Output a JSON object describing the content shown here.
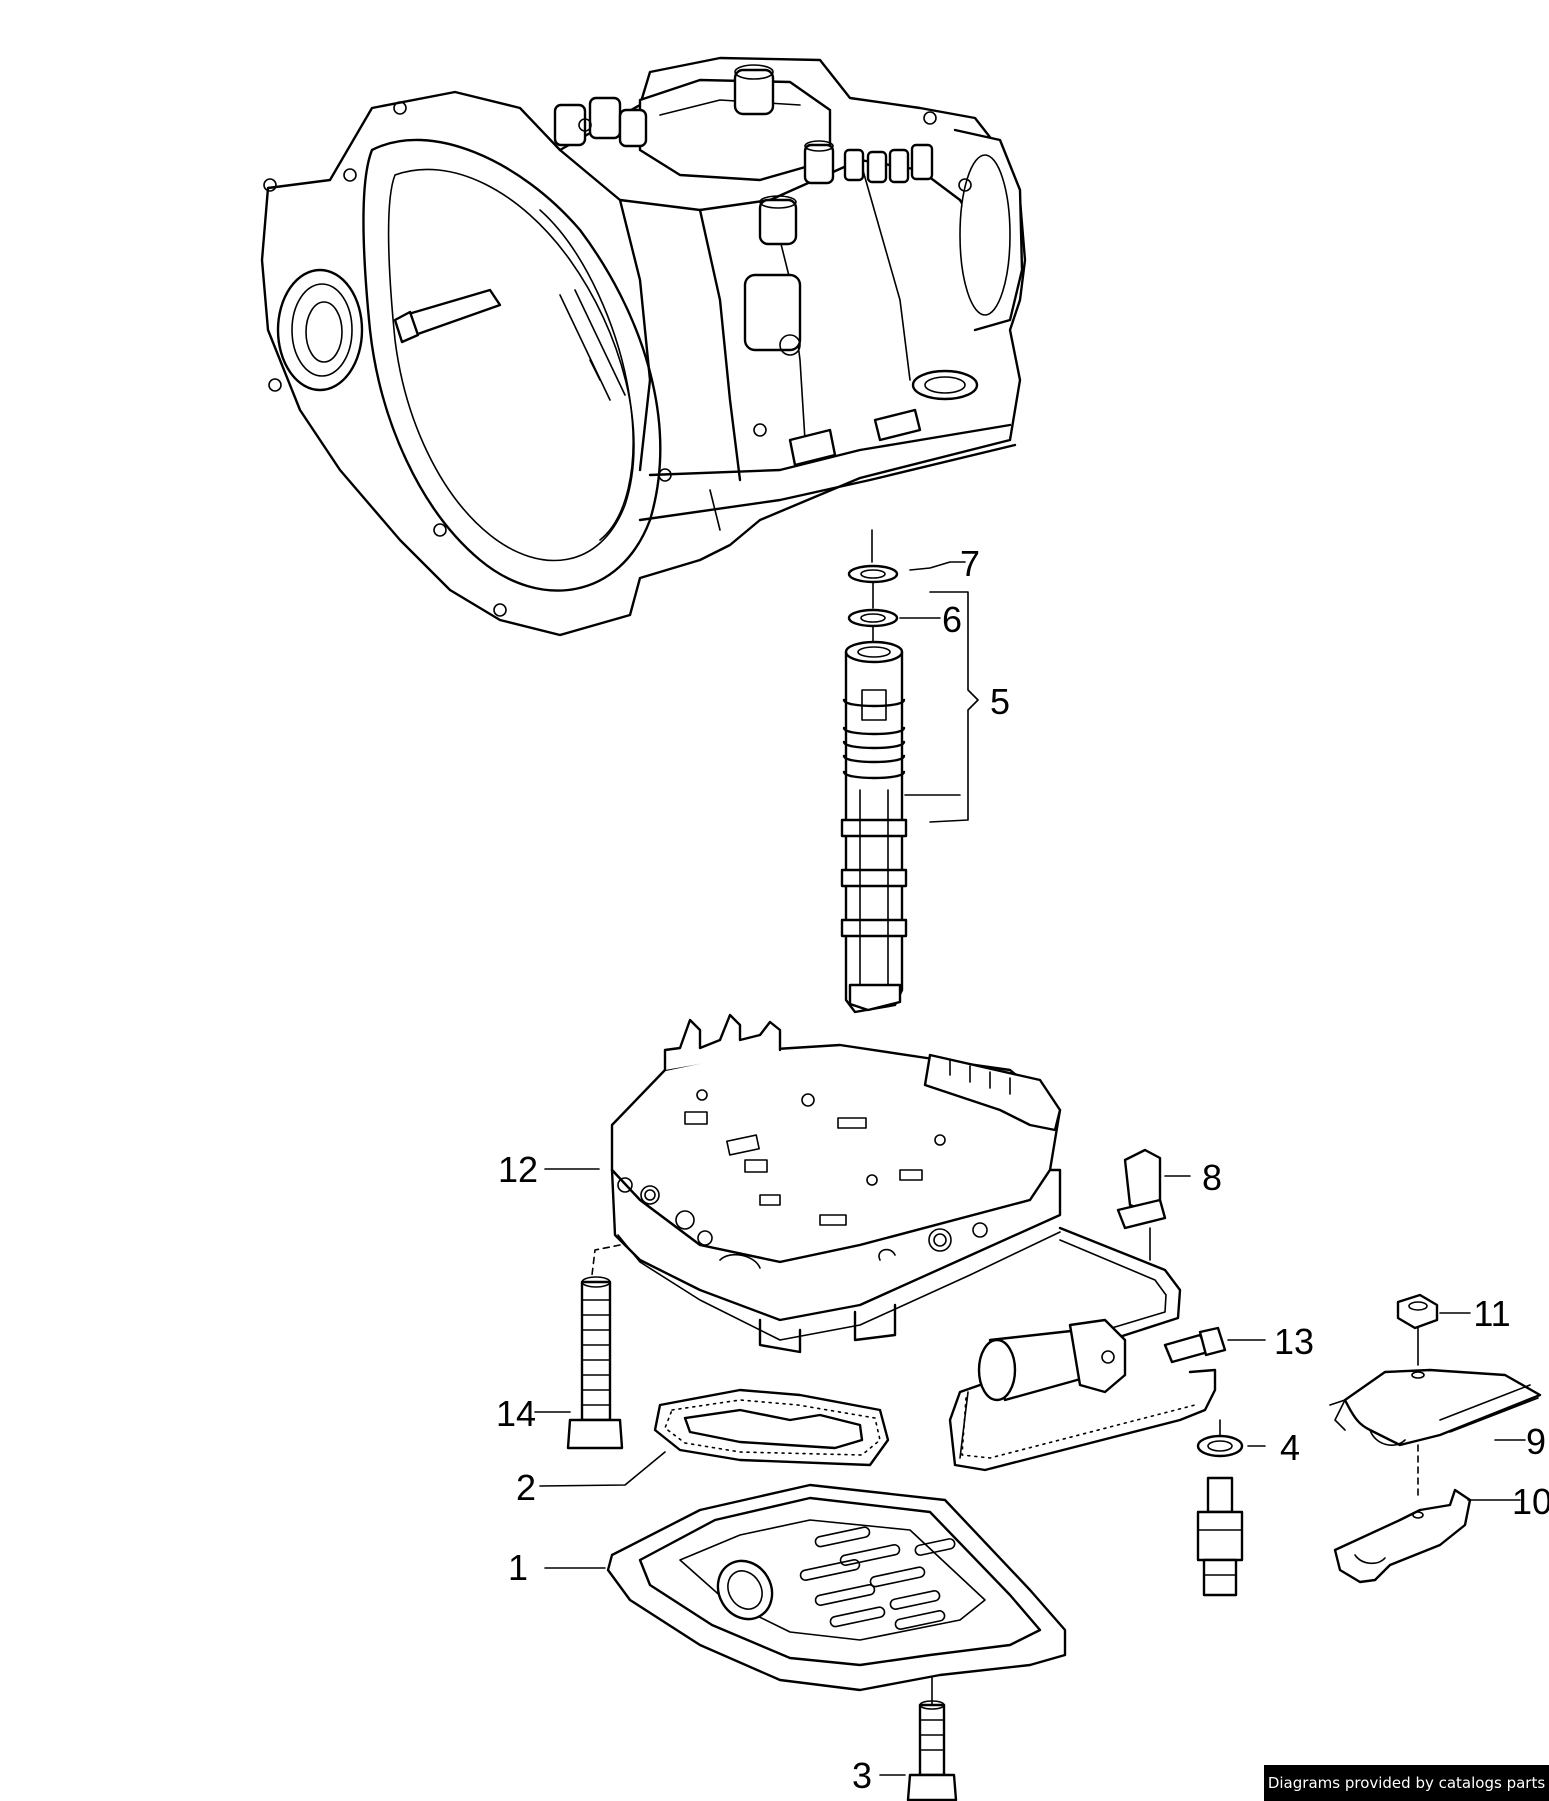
{
  "callouts": [
    {
      "id": "1",
      "label": "1"
    },
    {
      "id": "2",
      "label": "2"
    },
    {
      "id": "3",
      "label": "3"
    },
    {
      "id": "4",
      "label": "4"
    },
    {
      "id": "5",
      "label": "5"
    },
    {
      "id": "6",
      "label": "6"
    },
    {
      "id": "7",
      "label": "7"
    },
    {
      "id": "8",
      "label": "8"
    },
    {
      "id": "9",
      "label": "9"
    },
    {
      "id": "10",
      "label": "10"
    },
    {
      "id": "11",
      "label": "11"
    },
    {
      "id": "12",
      "label": "12"
    },
    {
      "id": "13",
      "label": "13"
    },
    {
      "id": "14",
      "label": "14"
    }
  ],
  "credit": "Diagrams provided by catalogs parts"
}
